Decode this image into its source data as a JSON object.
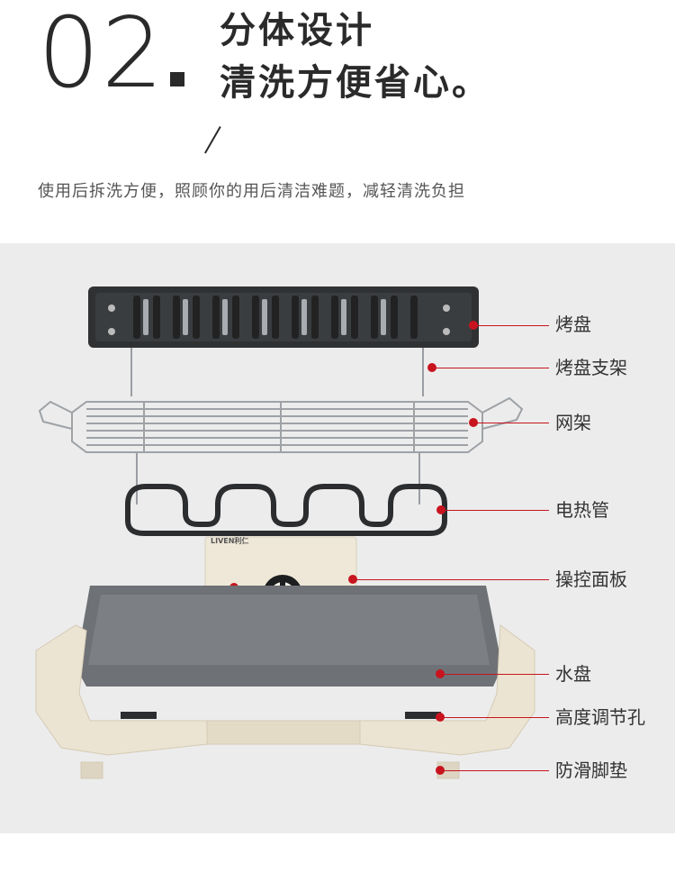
{
  "header": {
    "number": "02",
    "title_line1": "分体设计",
    "title_line2": "清洗方便省心。",
    "subtitle": "使用后拆洗方便，照顾你的用后清洁难题，减轻清洗负担"
  },
  "product": {
    "brand_text": "LIVEN利仁"
  },
  "colors": {
    "accent": "#c8141e",
    "panel_bg": "#ececec",
    "body_cream": "#ece4d2",
    "tray_gray": "#6e7175",
    "grill_dark": "#2f3133"
  },
  "callouts": [
    {
      "label": "烤盘"
    },
    {
      "label": "烤盘支架"
    },
    {
      "label": "网架"
    },
    {
      "label": "电热管"
    },
    {
      "label": "操控面板"
    },
    {
      "label": "水盘"
    },
    {
      "label": "高度调节孔"
    },
    {
      "label": "防滑脚垫"
    }
  ]
}
